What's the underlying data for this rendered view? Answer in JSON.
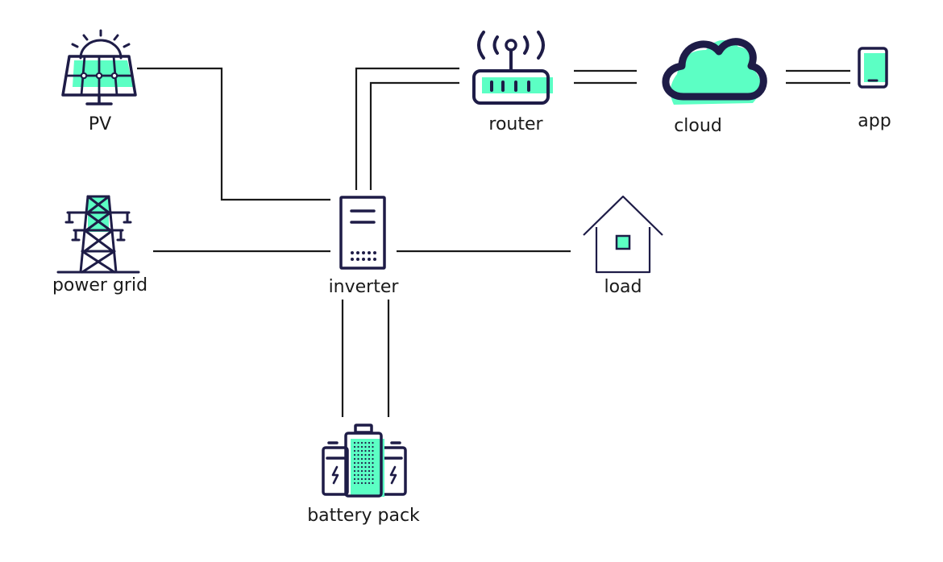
{
  "nodes": {
    "pv": {
      "label": "PV"
    },
    "power_grid": {
      "label": "power grid"
    },
    "inverter": {
      "label": "inverter"
    },
    "battery_pack": {
      "label": "battery pack"
    },
    "router": {
      "label": "router"
    },
    "cloud": {
      "label": "cloud"
    },
    "app": {
      "label": "app"
    },
    "load": {
      "label": "load"
    }
  },
  "colors": {
    "stroke": "#1e1c47",
    "accent": "#5cffc4",
    "line": "#1a1a1a"
  }
}
